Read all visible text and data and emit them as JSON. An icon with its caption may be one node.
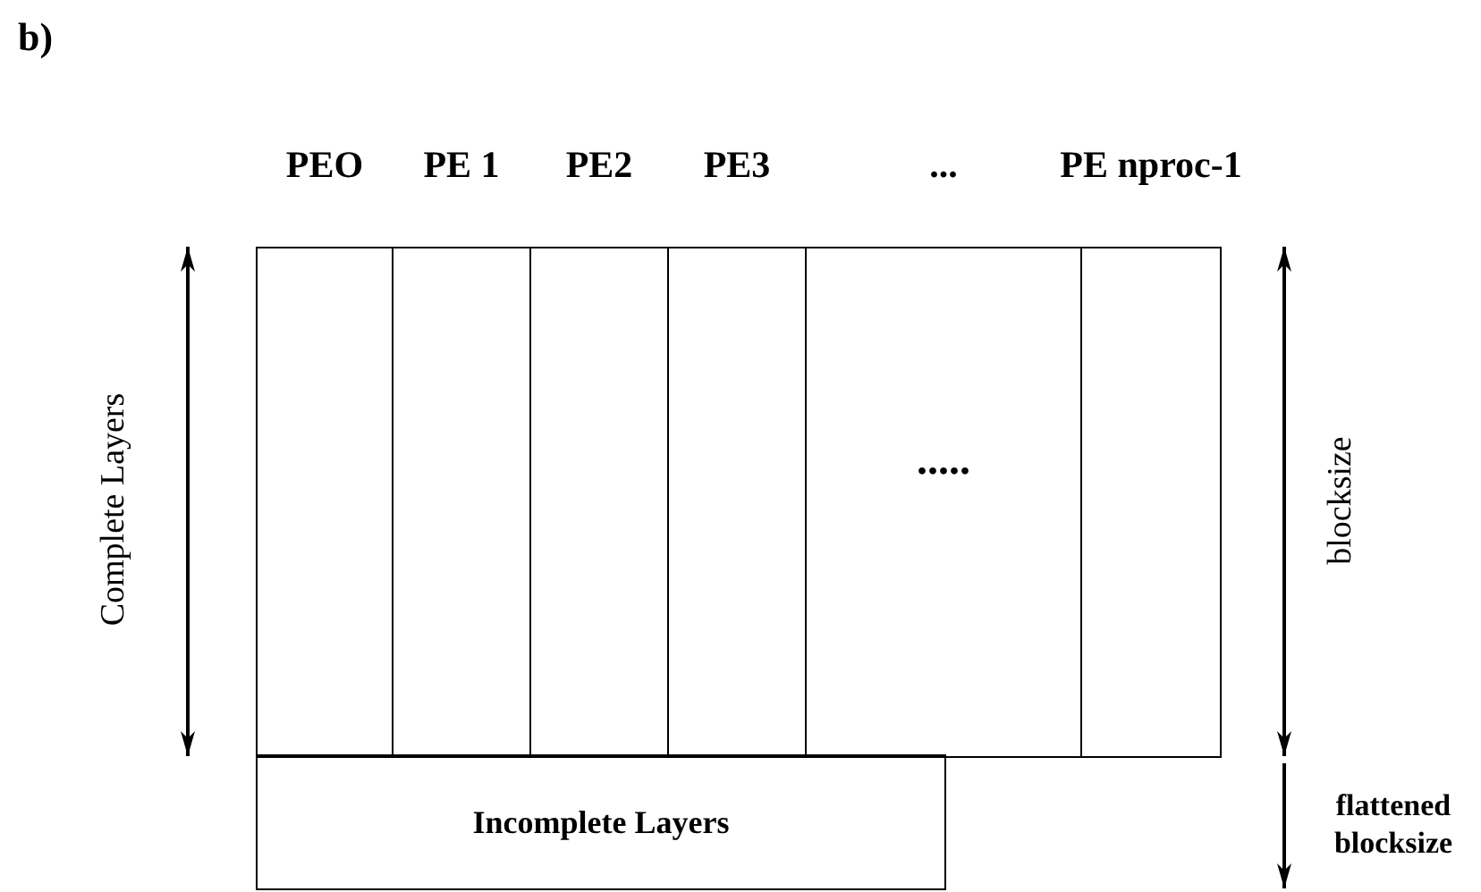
{
  "diagram": {
    "nodes": [
      {
        "text": [
          "PEO"
        ]
      },
      {
        "text": [
          "PE 1"
        ]
      },
      {
        "text": [
          "PE2"
        ]
      },
      {
        "text": [
          "PE3"
        ]
      },
      {
        "text": [
          "...",
          "....."
        ]
      },
      {
        "text": [
          "PE nproc-1"
        ]
      },
      {
        "text": [
          "Incomplete Layers"
        ]
      }
    ],
    "labels": [
      "b)",
      "Complete Layers",
      "blocksize",
      "flattened blocksize"
    ]
  }
}
